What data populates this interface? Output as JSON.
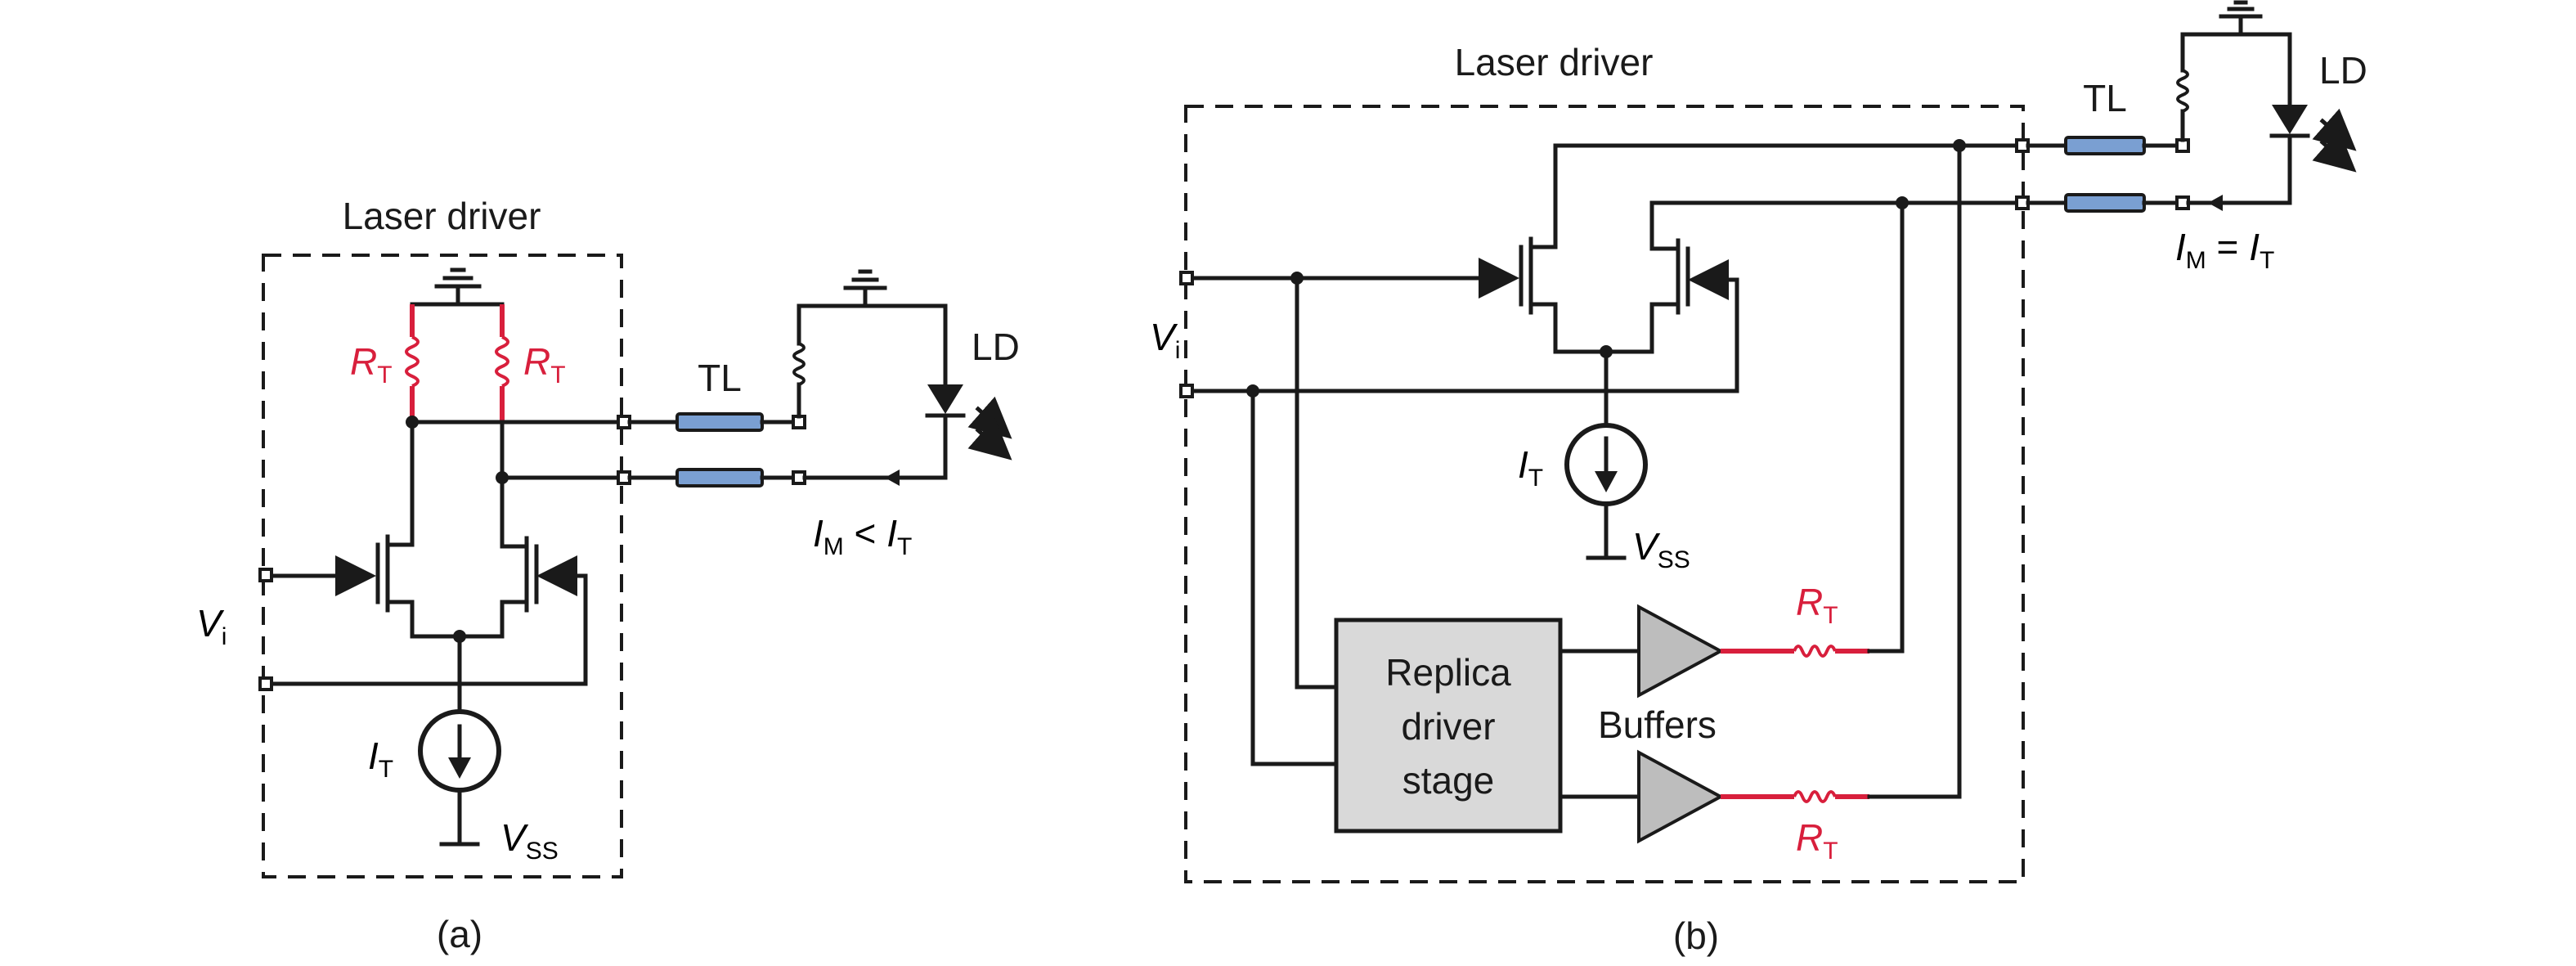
{
  "panel_a": {
    "box_label": "Laser driver",
    "rt_left": {
      "main": "R",
      "sub": "T"
    },
    "rt_right": {
      "main": "R",
      "sub": "T"
    },
    "tl_label": "TL",
    "ld_label": "LD",
    "vi": {
      "main": "V",
      "sub": "i"
    },
    "it": {
      "main": "I",
      "sub": "T"
    },
    "vss": {
      "main": "V",
      "sub": "SS"
    },
    "current_relation": {
      "lhs_main": "I",
      "lhs_sub": "M",
      "op": " < ",
      "rhs_main": "I",
      "rhs_sub": "T"
    },
    "caption": "(a)"
  },
  "panel_b": {
    "box_label": "Laser driver",
    "tl_label": "TL",
    "ld_label": "LD",
    "current_relation": {
      "lhs_main": "I",
      "lhs_sub": "M",
      "op": " = ",
      "rhs_main": "I",
      "rhs_sub": "T"
    },
    "vi": {
      "main": "V",
      "sub": "i"
    },
    "it": {
      "main": "I",
      "sub": "T"
    },
    "vss": {
      "main": "V",
      "sub": "SS"
    },
    "replica_lines": [
      "Replica",
      "driver",
      "stage"
    ],
    "buffers_label": "Buffers",
    "rt_top": {
      "main": "R",
      "sub": "T"
    },
    "rt_bottom": {
      "main": "R",
      "sub": "T"
    },
    "caption": "(b)"
  },
  "colors": {
    "accent_red": "#d81f3c",
    "tl_blue": "#7a9fd2",
    "replica_gray": "#d9d9d9"
  }
}
